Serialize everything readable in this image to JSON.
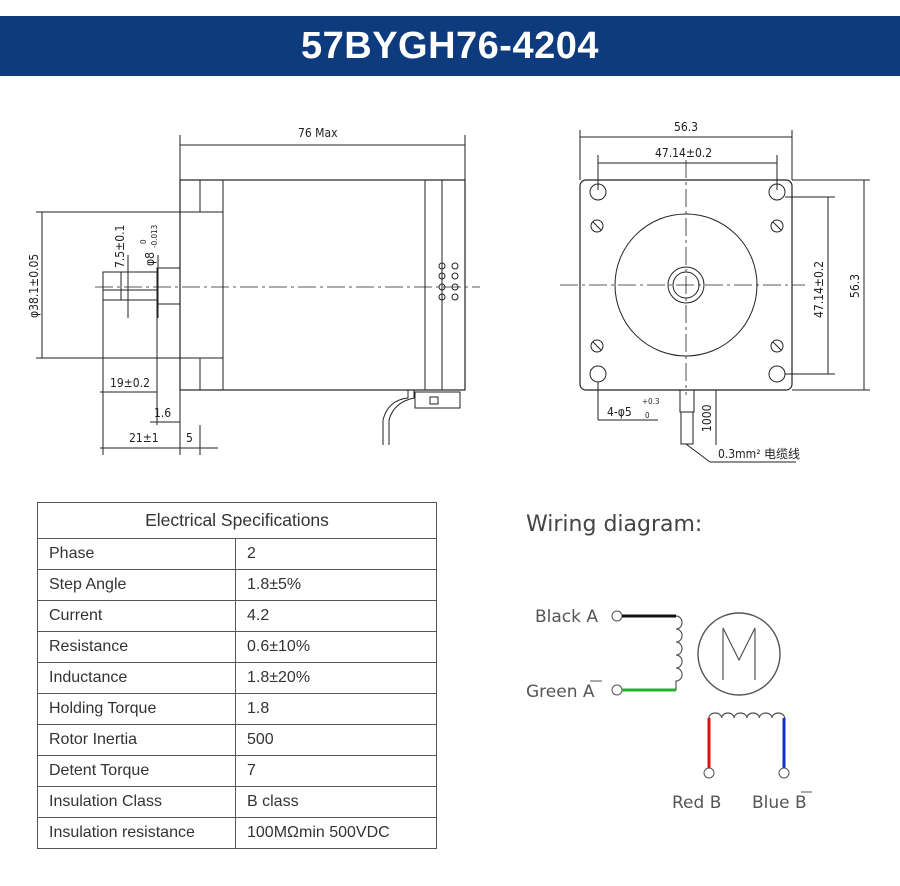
{
  "title": "57BYGH76-4204",
  "drawing": {
    "side": {
      "length": "76 Max",
      "flange_dia": "φ38.1±0.05",
      "flat": "7.5±0.1",
      "shaft_dia": "φ8",
      "shaft_tol_upper": "0",
      "shaft_tol_lower": "-0.013",
      "shaft_len": "19±0.2",
      "boss": "1.6",
      "shaft_total": "21±1",
      "flange_thk": "5"
    },
    "front": {
      "width": "56.3",
      "hole_spacing_h": "47.14±0.2",
      "hole_spacing_v": "47.14±0.2",
      "height": "56.3",
      "holes": "4-φ5",
      "holes_tol_upper": "+0.3",
      "holes_tol_lower": "0",
      "lead_len": "1000",
      "wire": "0.3mm² 电缆线"
    }
  },
  "specs": {
    "header": "Electrical Specifications",
    "rows": [
      {
        "label": "Phase",
        "value": "2"
      },
      {
        "label": "Step Angle",
        "value": "1.8±5%"
      },
      {
        "label": "Current",
        "value": "4.2"
      },
      {
        "label": "Resistance",
        "value": "0.6±10%"
      },
      {
        "label": "Inductance",
        "value": "1.8±20%"
      },
      {
        "label": "Holding Torque",
        "value": "1.8"
      },
      {
        "label": "Rotor Inertia",
        "value": "500"
      },
      {
        "label": "Detent Torque",
        "value": "7"
      },
      {
        "label": "Insulation Class",
        "value": "B class"
      },
      {
        "label": "Insulation resistance",
        "value": "100MΩmin 500VDC"
      }
    ]
  },
  "wiring": {
    "title": "Wiring diagram:",
    "black_a": "Black A",
    "green_a": "Green A",
    "red_b": "Red B",
    "blue_b": "Blue B",
    "colors": {
      "black": "#111111",
      "green": "#22b02a",
      "red": "#e01010",
      "blue": "#1030d0"
    }
  },
  "colors": {
    "banner": "#0d3b7e"
  }
}
